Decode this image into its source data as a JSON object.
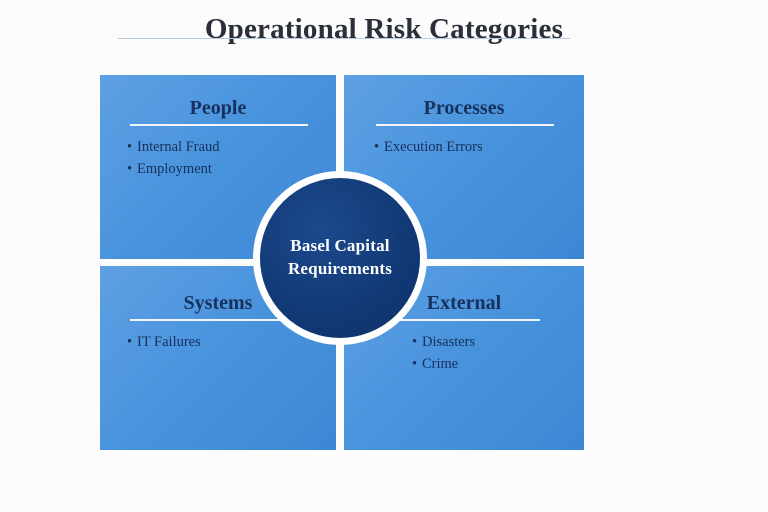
{
  "slide": {
    "title": "Operational Risk Categories",
    "background_color": "#fcfcfd",
    "title_color": "#2b2f3a",
    "title_rule_color": "#b9cbdf"
  },
  "hub": {
    "line1": "Basel Capital",
    "line2": "Requirements",
    "fill_color": "#123a76",
    "ring_color": "#ffffff",
    "text_color": "#ffffff"
  },
  "quadrants": [
    {
      "id": "people",
      "heading": "People",
      "position": "top-left",
      "fill_color": "#4a94de",
      "heading_color": "#17315c",
      "items": [
        {
          "bullet": "•",
          "label": "Internal Fraud"
        },
        {
          "bullet": "•",
          "label": "Employment"
        }
      ]
    },
    {
      "id": "processes",
      "heading": "Processes",
      "position": "top-right",
      "fill_color": "#4a94de",
      "heading_color": "#17315c",
      "items": [
        {
          "bullet": "•",
          "label": "Execution Errors"
        }
      ]
    },
    {
      "id": "systems",
      "heading": "Systems",
      "position": "bottom-left",
      "fill_color": "#4a94de",
      "heading_color": "#17315c",
      "items": [
        {
          "bullet": "•",
          "label": "IT Failures"
        }
      ]
    },
    {
      "id": "external",
      "heading": "External",
      "position": "bottom-right",
      "fill_color": "#4a94de",
      "heading_color": "#17315c",
      "items": [
        {
          "bullet": "•",
          "label": "Disasters"
        },
        {
          "bullet": "•",
          "label": "Crime"
        }
      ]
    }
  ]
}
